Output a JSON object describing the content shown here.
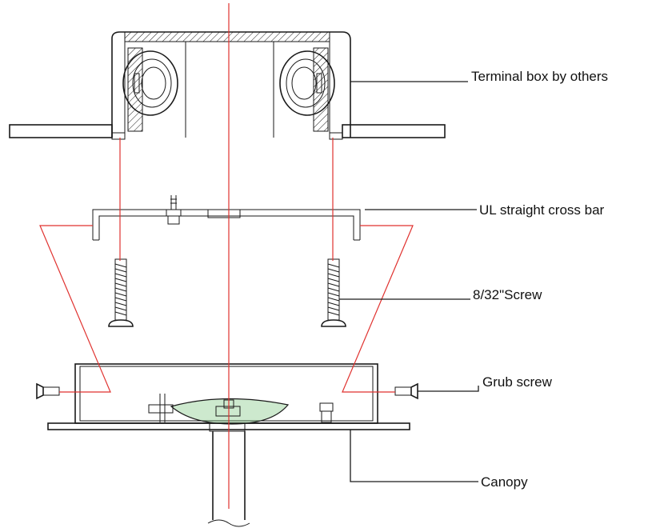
{
  "labels": {
    "terminal_box": "Terminal box by others",
    "cross_bar": "UL straight cross bar",
    "screw": "8/32\"Screw",
    "grub_screw": "Grub screw",
    "canopy": "Canopy"
  },
  "colors": {
    "outline": "#1a1a1a",
    "guide": "#e0322f",
    "lens": "#6fbf73"
  }
}
